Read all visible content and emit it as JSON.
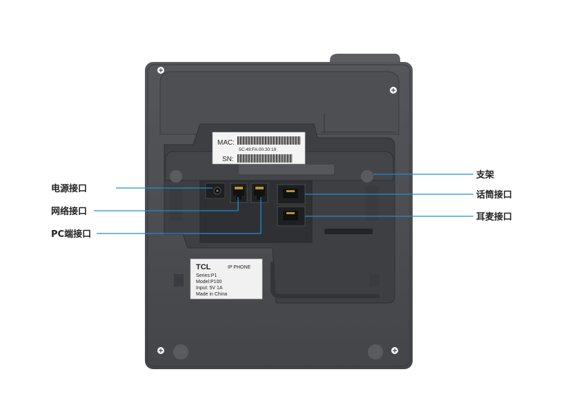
{
  "callouts": {
    "power": "电源接口",
    "network": "网络接口",
    "pc": "PC端接口",
    "stand": "支架",
    "handset": "话筒接口",
    "headset": "耳麦接口"
  },
  "mac_label": {
    "mac_prefix": "MAC:",
    "mac_value": "5C:49:FA:00:30:19",
    "sn_prefix": "SN:"
  },
  "product_label": {
    "brand": "TCL",
    "product": "IP PHONE",
    "series": "Series:P1",
    "model": "Model:P100",
    "input": "Input: 5V 1A",
    "origin": "Made in China"
  },
  "colors": {
    "body": "#4b4c4f",
    "panel": "#3b3c3f",
    "accent_line": "#1a8fd6"
  }
}
